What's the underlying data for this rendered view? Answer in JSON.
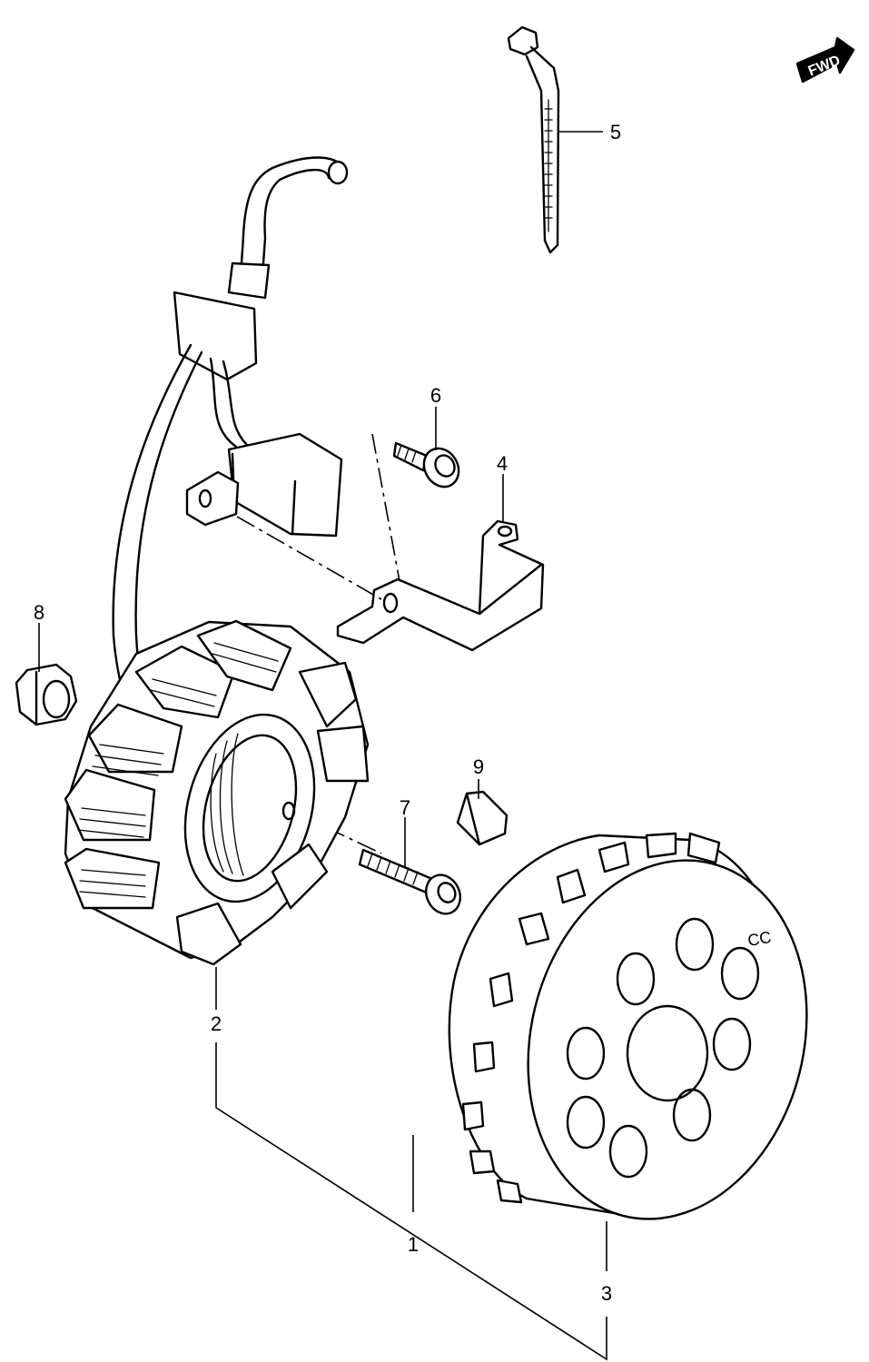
{
  "diagram": {
    "fwd_badge": "FWD",
    "casting_mark": "CC",
    "callouts": [
      {
        "id": "1",
        "label": "1",
        "part": "magneto-assembly"
      },
      {
        "id": "2",
        "label": "2",
        "part": "stator"
      },
      {
        "id": "3",
        "label": "3",
        "part": "rotor"
      },
      {
        "id": "4",
        "label": "4",
        "part": "bracket"
      },
      {
        "id": "5",
        "label": "5",
        "part": "cable-tie"
      },
      {
        "id": "6",
        "label": "6",
        "part": "bolt"
      },
      {
        "id": "7",
        "label": "7",
        "part": "stator-bolt"
      },
      {
        "id": "8",
        "label": "8",
        "part": "nut"
      },
      {
        "id": "9",
        "label": "9",
        "part": "woodruff-key"
      }
    ]
  }
}
